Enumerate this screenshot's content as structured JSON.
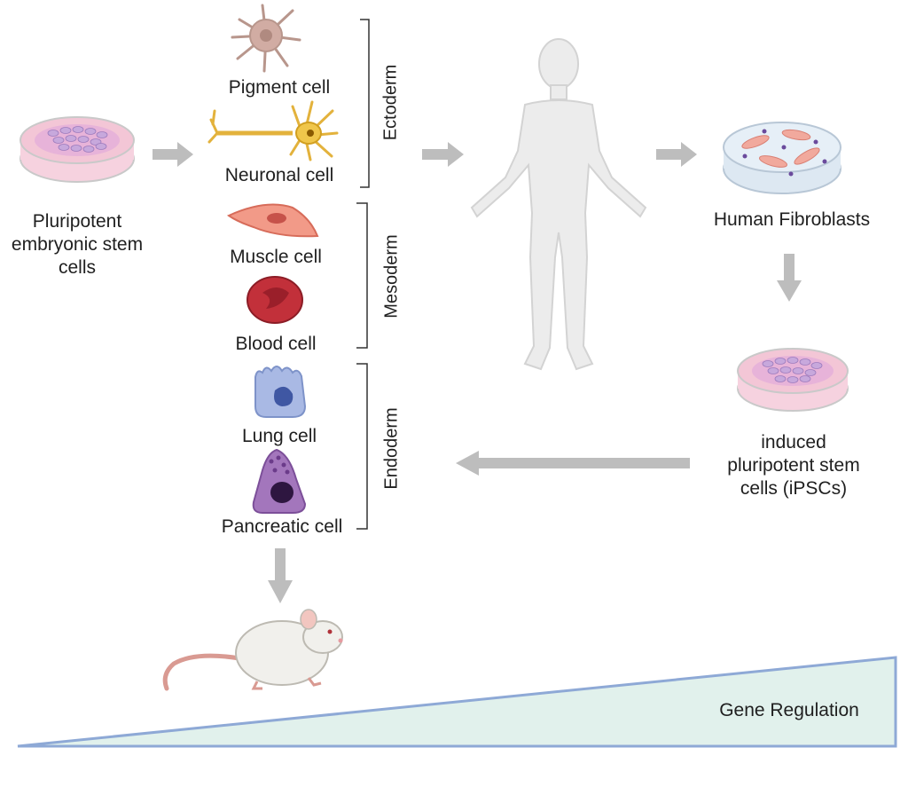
{
  "labels": {
    "esc": "Pluripotent\nembryonic stem\ncells",
    "pigment": "Pigment cell",
    "neuronal": "Neuronal cell",
    "muscle": "Muscle cell",
    "blood": "Blood cell",
    "lung": "Lung cell",
    "pancreatic": "Pancreatic cell",
    "fibroblasts": "Human Fibroblasts",
    "ipsc": "induced\npluripotent stem\ncells (iPSCs)",
    "gene_regulation": "Gene Regulation"
  },
  "germ_layers": {
    "ectoderm": "Ectoderm",
    "mesoderm": "Mesoderm",
    "endoderm": "Endoderm"
  },
  "colors": {
    "arrow": "#bdbdbd",
    "wedge_fill": "#e1f1ec",
    "wedge_stroke": "#8ea9d6",
    "dish_pink": "#f6d2df",
    "cells_purple": "#c7a8dc"
  }
}
